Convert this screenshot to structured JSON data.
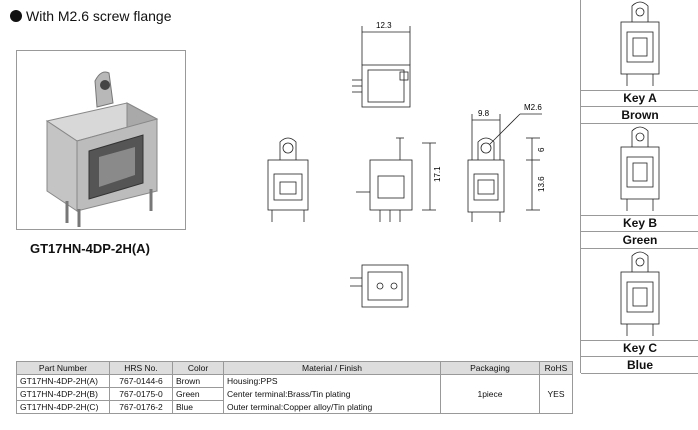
{
  "heading": "With M2.6 screw flange",
  "part_caption": "GT17HN-4DP-2H(A)",
  "dimensions": {
    "top_width": "12.3",
    "right_width": "9.8",
    "screw": "M2.6",
    "height_total": "17.1",
    "offset_top": "6",
    "offset_bottom": "13.6"
  },
  "keys": [
    {
      "key": "Key A",
      "color_name": "Brown"
    },
    {
      "key": "Key B",
      "color_name": "Green"
    },
    {
      "key": "Key C",
      "color_name": "Blue"
    }
  ],
  "table": {
    "headers": [
      "Part Number",
      "HRS No.",
      "Color",
      "Material / Finish",
      "Packaging",
      "RoHS"
    ],
    "rows": [
      {
        "part": "GT17HN-4DP-2H(A)",
        "hrs": "767-0144-6",
        "color": "Brown"
      },
      {
        "part": "GT17HN-4DP-2H(B)",
        "hrs": "767-0175-0",
        "color": "Green"
      },
      {
        "part": "GT17HN-4DP-2H(C)",
        "hrs": "767-0176-2",
        "color": "Blue"
      }
    ],
    "materials": [
      "Housing:PPS",
      "Center terminal:Brass/Tin plating",
      "Outer terminal:Copper alloy/Tin plating"
    ],
    "packaging": "1piece",
    "rohs": "YES"
  }
}
